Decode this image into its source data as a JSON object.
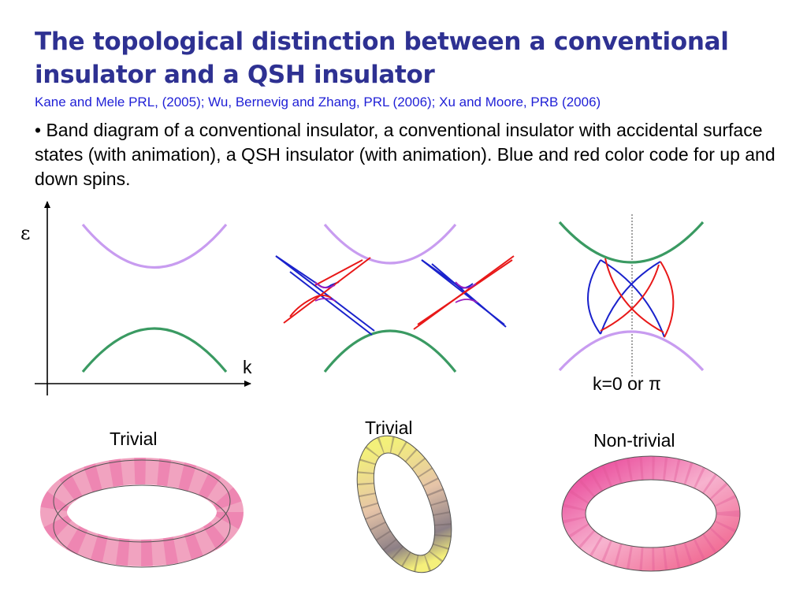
{
  "slide": {
    "title": "The topological distinction between a conventional insulator and a QSH insulator",
    "references": "Kane and Mele PRL, (2005); Wu, Bernevig and Zhang, PRL (2006); Xu and Moore, PRB (2006)",
    "bullet": "• Band diagram of a conventional insulator, a conventional insulator with accidental surface states (with animation), a QSH insulator (with animation). Blue and red color code for up and down spins."
  },
  "diagram": {
    "y_axis_label": "ε",
    "x_axis_label": "k",
    "tr_point_label": "k=0 or π",
    "colors": {
      "conduction": "#c89cf0",
      "valence": "#3a9a62",
      "spin_up": "#1a22cc",
      "spin_down": "#e81818",
      "hybrid": "#9a20c0"
    }
  },
  "ribbons": {
    "left_label": "Trivial",
    "middle_label": "Trivial",
    "right_label": "Non-trivial"
  }
}
